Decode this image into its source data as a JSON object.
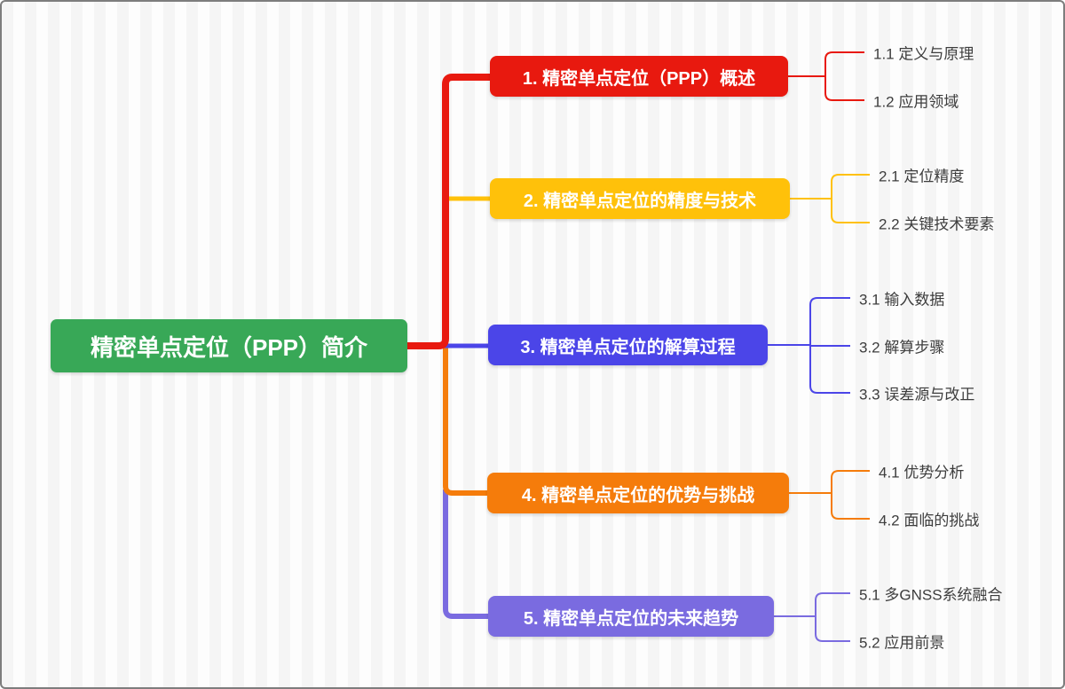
{
  "canvas": {
    "border_color": "#7d7d7d",
    "stripe_dark": "#f5f5f5",
    "stripe_light": "#fdfdfd"
  },
  "root": {
    "label": "精密单点定位（PPP）简介",
    "color": "#38A857",
    "text_color": "#ffffff"
  },
  "branches": [
    {
      "label": "1. 精密单点定位（PPP）概述",
      "color": "#E8190F",
      "children": [
        {
          "label": "1.1 定义与原理"
        },
        {
          "label": "1.2 应用领域"
        }
      ]
    },
    {
      "label": "2. 精密单点定位的精度与技术",
      "color": "#FFC10A",
      "children": [
        {
          "label": "2.1 定位精度"
        },
        {
          "label": "2.2 关键技术要素"
        }
      ]
    },
    {
      "label": "3. 精密单点定位的解算过程",
      "color": "#4B45E8",
      "children": [
        {
          "label": "3.1 输入数据"
        },
        {
          "label": "3.2 解算步骤"
        },
        {
          "label": "3.3 误差源与改正"
        }
      ]
    },
    {
      "label": "4. 精密单点定位的优势与挑战",
      "color": "#F57C0B",
      "children": [
        {
          "label": "4.1 优势分析"
        },
        {
          "label": "4.2 面临的挑战"
        }
      ]
    },
    {
      "label": "5. 精密单点定位的未来趋势",
      "color": "#7A6BE0",
      "children": [
        {
          "label": "5.1 多GNSS系统融合"
        },
        {
          "label": "5.2 应用前景"
        }
      ]
    }
  ],
  "child_text_color": "#3D3D3D"
}
